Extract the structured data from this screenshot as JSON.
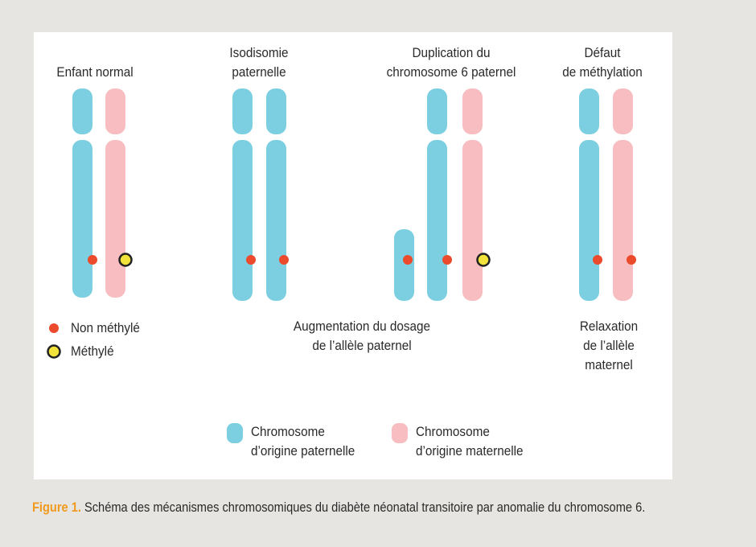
{
  "columns": {
    "normal": "Enfant normal",
    "isodisomie_l1": "Isodisomie",
    "isodisomie_l2": "paternelle",
    "duplication_l1": "Duplication du",
    "duplication_l2": "chromosome 6 paternel",
    "defaut_l1": "Défaut",
    "defaut_l2": "de méthylation"
  },
  "legend": {
    "non_methyle": "Non méthylé",
    "methyle": "Méthylé",
    "paternal_l1": "Chromosome",
    "paternal_l2": "d’origine paternelle",
    "maternal_l1": "Chromosome",
    "maternal_l2": "d’origine maternelle"
  },
  "annotations": {
    "augmentation_l1": "Augmentation du dosage",
    "augmentation_l2": "de l’allèle paternel",
    "relaxation_l1": "Relaxation",
    "relaxation_l2": "de l’allèle",
    "relaxation_l3": "maternel"
  },
  "caption": {
    "label": "Figure 1.",
    "text": " Schéma des mécanismes chromosomiques du diabète néonatal transitoire par anomalie  du chromosome 6."
  },
  "colors": {
    "background": "#e6e5e1",
    "panel": "#ffffff",
    "paternal": "#7ccfe0",
    "maternal": "#f7bdc0",
    "unmethylated": "#ec4a2c",
    "methylated": "#f2e33a",
    "caption_label": "#f09a1e"
  }
}
